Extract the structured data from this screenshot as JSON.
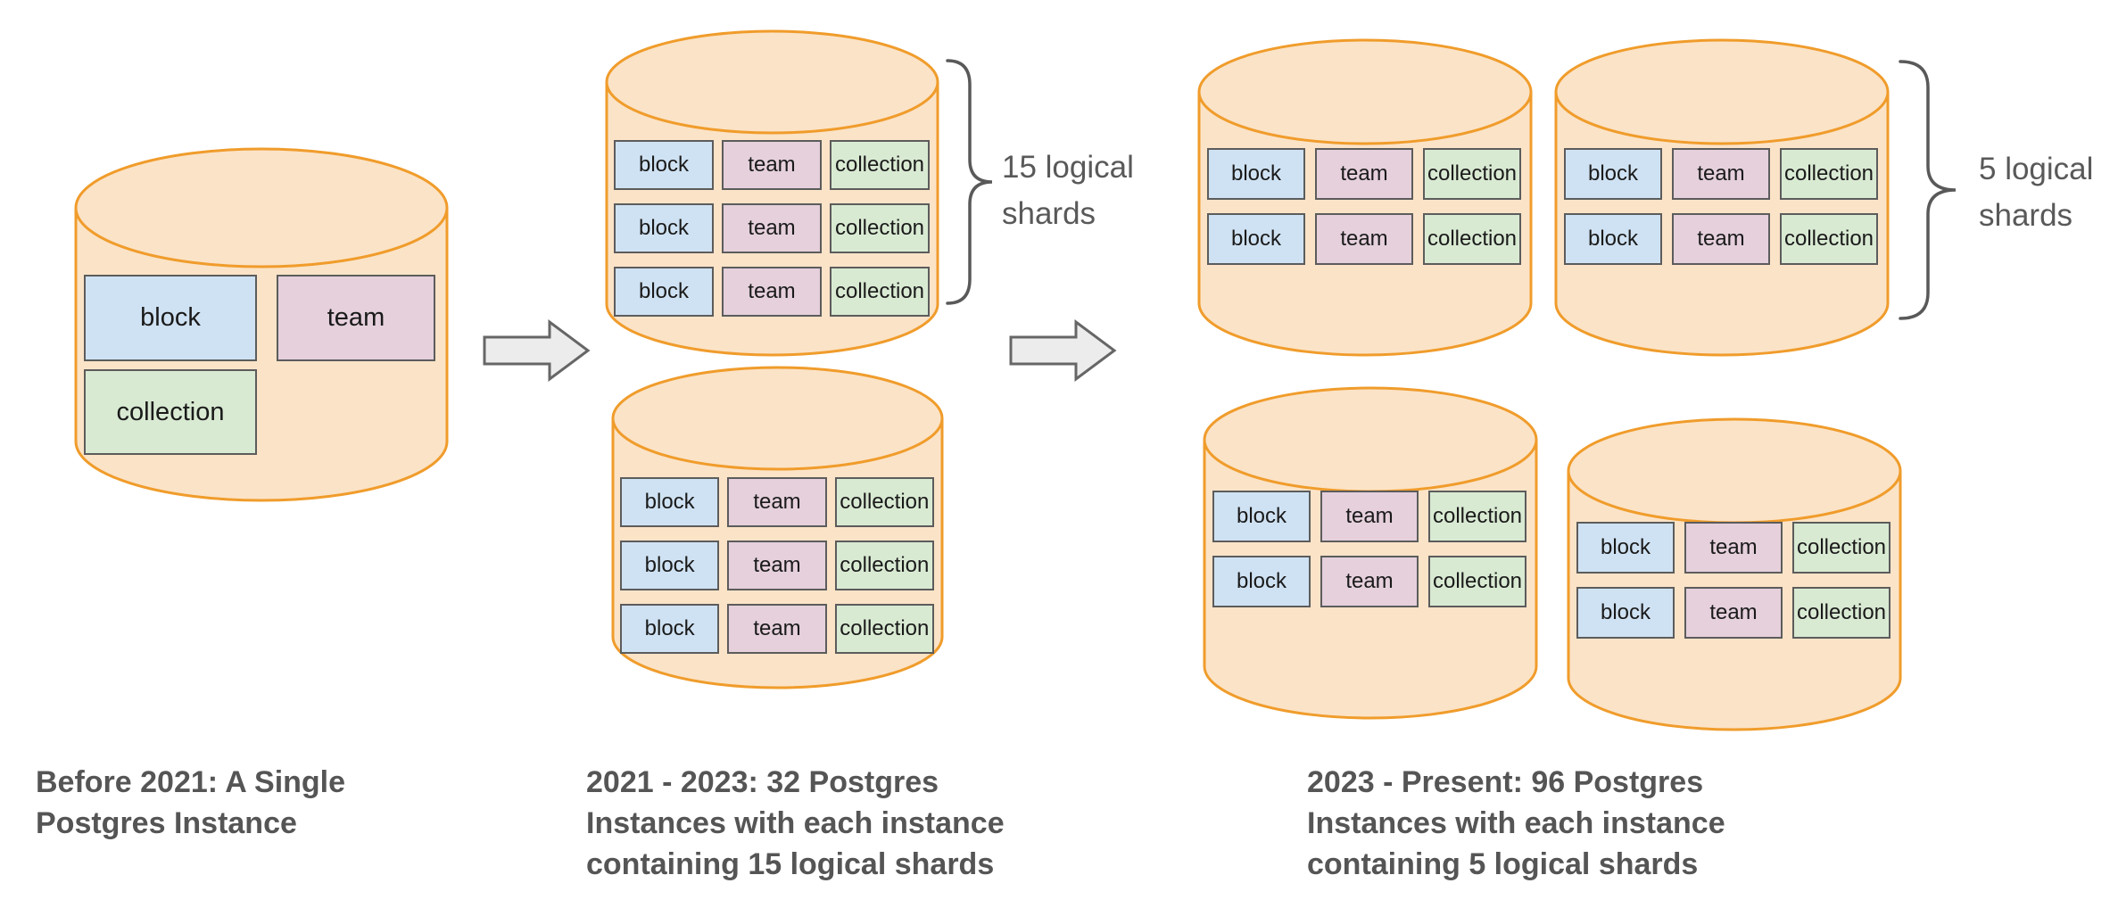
{
  "tables": {
    "block": "block",
    "team": "team",
    "collection": "collection"
  },
  "stage1": {
    "caption_lines": [
      "Before 2021: A Single",
      "Postgres Instance"
    ]
  },
  "stage2": {
    "caption_lines": [
      "2021 - 2023: 32 Postgres",
      "Instances with each instance",
      "containing 15 logical shards"
    ],
    "shard_label_lines": [
      "15 logical",
      "shards"
    ]
  },
  "stage3": {
    "caption_lines": [
      "2023 - Present: 96 Postgres",
      "Instances with each instance",
      "containing 5 logical shards"
    ],
    "shard_label_lines": [
      "5 logical",
      "shards"
    ]
  },
  "colors": {
    "background": "#FFFFFF",
    "cylinder-fill": "#FBE3C7",
    "cylinder-stroke": "#F09C2B",
    "block-fill": "#CFE2F3",
    "team-fill": "#E5D0DC",
    "collection-fill": "#D9EAD3",
    "box-border": "#5C5C5C",
    "box-text": "#1A1A1A",
    "caption-text": "#555555",
    "annotation-text": "#595959",
    "brace-stroke": "#595959",
    "arrow-fill": "#ECECEC",
    "arrow-stroke": "#666666"
  }
}
